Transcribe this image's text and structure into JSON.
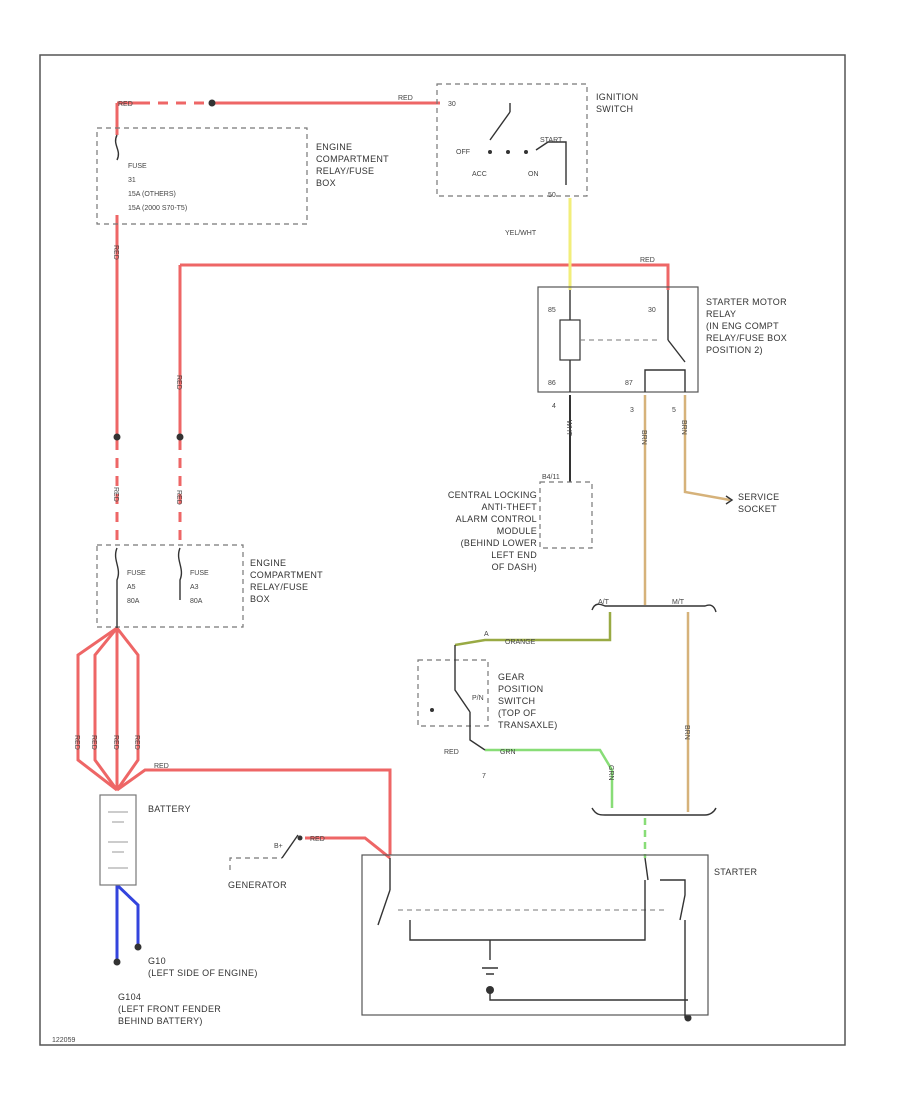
{
  "colors": {
    "red": "#ee6666",
    "yellow": "#f2ee7a",
    "tan": "#d6b27a",
    "green": "#88dd77",
    "olive": "#99aa44",
    "blue": "#3344dd",
    "black": "#333333",
    "frame": "#555555"
  },
  "wires": {
    "red": "RED",
    "yellow": "YEL/WHT",
    "orange": "ORANGE",
    "grn": "GRN",
    "brn": "BRN",
    "wht": "WHT"
  },
  "ignition": {
    "title": [
      "IGNITION",
      "SWITCH"
    ],
    "off": "OFF",
    "acc": "ACC",
    "on": "ON",
    "start": "START",
    "pin_in": "30",
    "pin_out": "50"
  },
  "fuse_box_top": {
    "title": [
      "ENGINE",
      "COMPARTMENT",
      "RELAY/FUSE",
      "BOX"
    ],
    "fuse_lines": [
      "FUSE",
      "31",
      "15A (OTHERS)",
      "15A (2000 S70-T5)"
    ]
  },
  "relay": {
    "title": [
      "STARTER MOTOR",
      "RELAY",
      "(IN ENG COMPT",
      "RELAY/FUSE BOX",
      "POSITION 2)"
    ],
    "pins": [
      "85",
      "86",
      "87",
      "30"
    ],
    "wire_labels": [
      "4",
      "3",
      "5"
    ]
  },
  "cem": {
    "title": [
      "CENTRAL LOCKING",
      "ANTI-THEFT",
      "ALARM CONTROL",
      "MODULE",
      "(BEHIND LOWER",
      "LEFT END",
      "OF DASH)"
    ],
    "pin": "B4/11"
  },
  "service_socket": {
    "title": [
      "SERVICE",
      "SOCKET"
    ]
  },
  "fuse_box_bottom": {
    "title": [
      "ENGINE",
      "COMPARTMENT",
      "RELAY/FUSE",
      "BOX"
    ],
    "fuse_a": [
      "FUSE",
      "A5",
      "80A"
    ],
    "fuse_b": [
      "FUSE",
      "A3",
      "80A"
    ]
  },
  "gear_switch": {
    "title": [
      "GEAR",
      "POSITION",
      "SWITCH",
      "(TOP OF",
      "TRANSAXLE)"
    ],
    "pn": "P/N",
    "pin_top": "A",
    "pin_bot": "7"
  },
  "splices": {
    "top_left": "A/T",
    "top_right": "M/T"
  },
  "battery": {
    "title": "BATTERY"
  },
  "generator": {
    "title": "GENERATOR",
    "pin": "B+"
  },
  "starter": {
    "title": "STARTER"
  },
  "grounds": {
    "g1": [
      "G10",
      "(LEFT SIDE OF ENGINE)"
    ],
    "g2": [
      "G104",
      "(LEFT FRONT FENDER",
      "BEHIND BATTERY)"
    ]
  },
  "footer": {
    "code": "122059"
  }
}
